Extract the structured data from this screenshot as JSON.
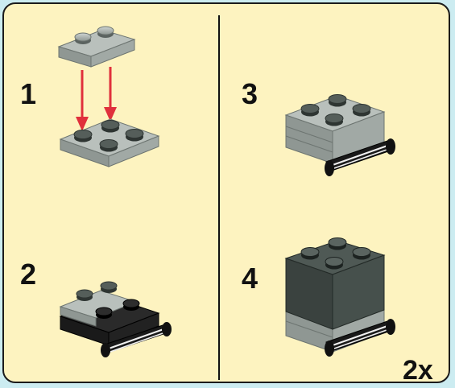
{
  "steps": [
    {
      "number": "1"
    },
    {
      "number": "2"
    },
    {
      "number": "3"
    },
    {
      "number": "4"
    }
  ],
  "quantity": "2x",
  "colors": {
    "background": "#ccecf1",
    "panel": "#fdf3c0",
    "light_gray_brick": "#a4aca8",
    "dark_gray_brick": "#46504c",
    "black_part": "#1a1a1a",
    "arrow": "#e0303c"
  },
  "icons": [
    "plate-2x2-icon",
    "plate-1x2-icon",
    "arrow-down-icon",
    "wheel-holder-plate-icon",
    "brick-2x2-icon"
  ]
}
